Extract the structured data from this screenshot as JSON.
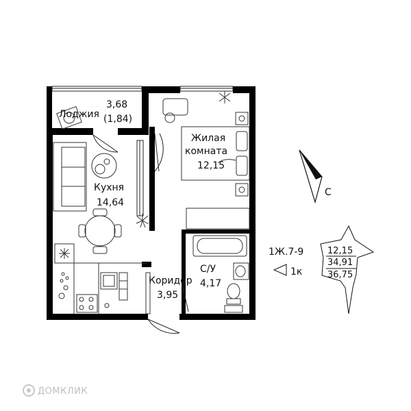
{
  "rooms": {
    "loggia": {
      "name": "Лоджия",
      "area": "3,68",
      "area_reduced": "(1,84)"
    },
    "living": {
      "name_line1": "Жилая",
      "name_line2": "комната",
      "area": "12,15"
    },
    "kitchen": {
      "name": "Кухня",
      "area": "14,64"
    },
    "corridor": {
      "name": "Коридор",
      "area": "3,95"
    },
    "bathroom": {
      "name": "С/У",
      "area": "4,17"
    }
  },
  "apartment": {
    "code": "1Ж.7-9",
    "type": "1к",
    "areas": {
      "living": "12,15",
      "useful": "34,91",
      "total": "36,75"
    }
  },
  "compass": {
    "label": "С"
  },
  "watermark": {
    "text": "ДОМКЛИК"
  }
}
